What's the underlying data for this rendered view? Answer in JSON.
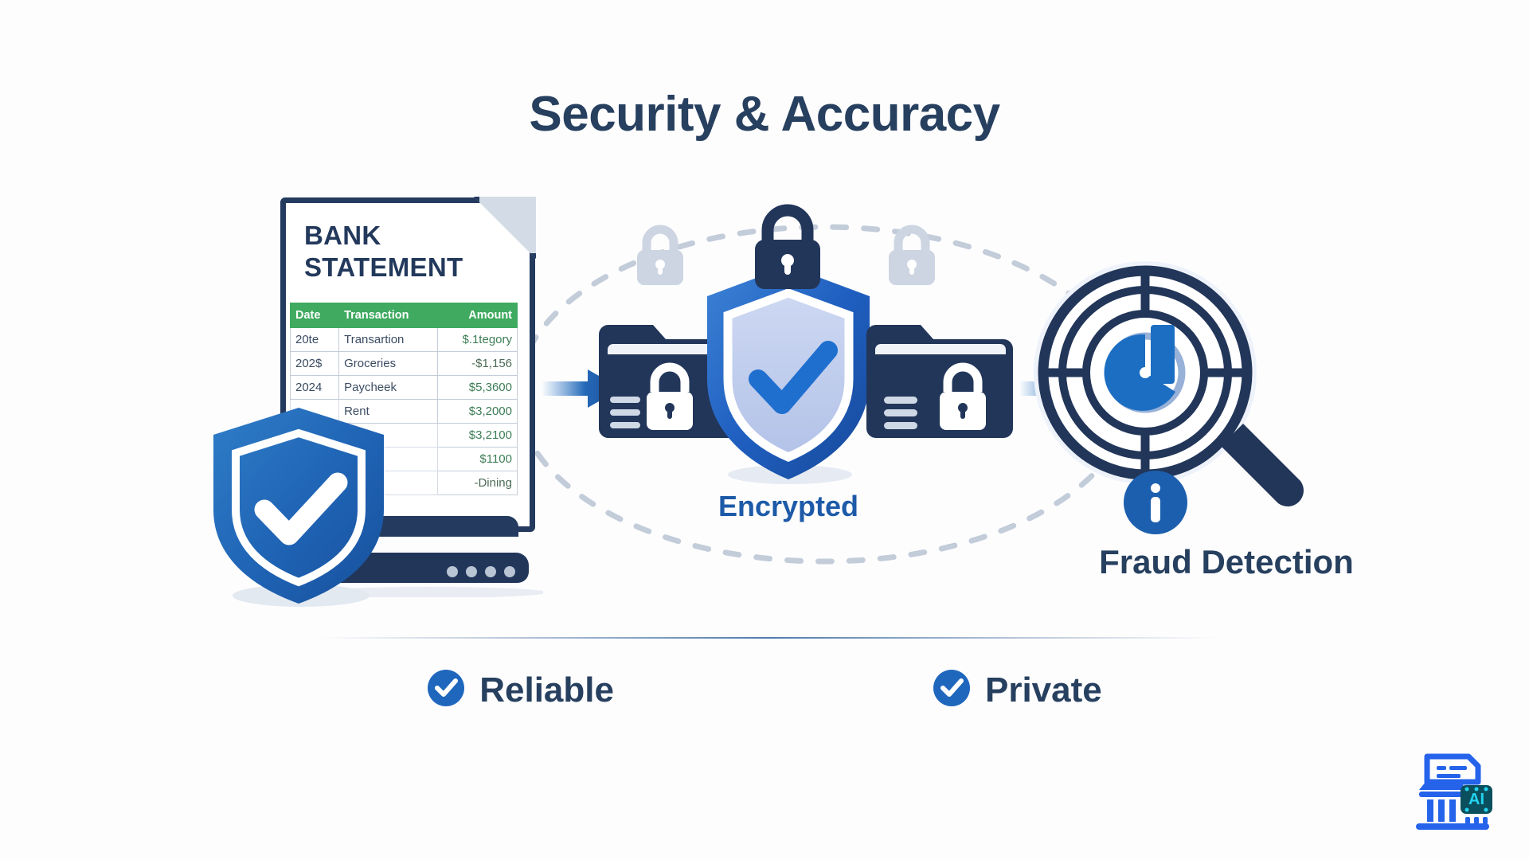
{
  "title": "Security & Accuracy",
  "document": {
    "name": "bank-statement",
    "title_line1": "BANK",
    "title_line2": "STATEMENT",
    "table": {
      "headers": [
        "Date",
        "Transaction",
        "Amount"
      ],
      "rows": [
        {
          "date": "20te",
          "transaction": "Transartion",
          "amount": "$.1tegory"
        },
        {
          "date": "202$",
          "transaction": "Groceries",
          "amount": "-$1,156"
        },
        {
          "date": "2024",
          "transaction": "Paycheek",
          "amount": "$5,3600"
        },
        {
          "date": "",
          "transaction": "Rent",
          "amount": "$3,2000"
        },
        {
          "date": "",
          "transaction": "",
          "amount": "$3,2100"
        },
        {
          "date": "",
          "transaction": "",
          "amount": "$1100"
        },
        {
          "date": "",
          "transaction": "",
          "amount": "-Dining"
        }
      ]
    }
  },
  "center": {
    "label": "Encrypted",
    "icons": {
      "shield": "shield-check-icon",
      "folder_left": "locked-folder-icon",
      "folder_right": "locked-folder-icon",
      "lock_main": "padlock-icon",
      "lock_faint_left": "padlock-faded-icon",
      "lock_faint_right": "padlock-faded-icon"
    }
  },
  "right": {
    "label": "Fraud Detection",
    "icons": {
      "magnifier": "magnifying-glass-target-icon",
      "info": "info-badge-icon"
    }
  },
  "badges": [
    {
      "label": "Reliable",
      "icon": "check-circle-icon"
    },
    {
      "label": "Private",
      "icon": "check-circle-icon"
    }
  ],
  "logo": {
    "name": "bank-ai-logo",
    "text": "AI"
  },
  "colors": {
    "navy": "#27405f",
    "deep_navy": "#243a5e",
    "blue": "#1d5aa8",
    "bright_blue": "#1e6fd0",
    "green_header": "#3faa60",
    "amount_green": "#3d7d55",
    "faint_gray": "#ccd4e0",
    "logo_blue": "#2563eb",
    "logo_teal": "#0e7490"
  }
}
